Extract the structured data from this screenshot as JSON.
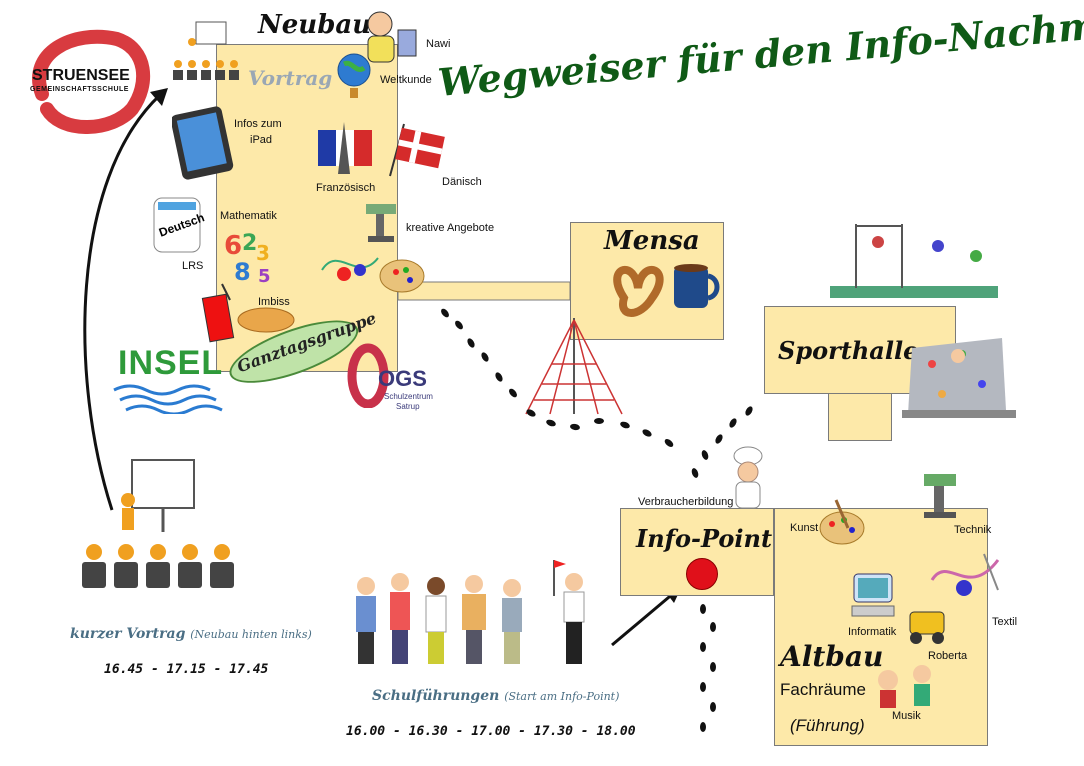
{
  "title": "Wegweiser für den Info-Nachmittag",
  "logo": {
    "line1": "STRUENSEE",
    "line2": "GEMEINSCHAFTSSCHULE",
    "color": "#d4262b"
  },
  "neubau": {
    "name": "Neubau",
    "vortrag": "Vortrag",
    "items": {
      "nawi": "Nawi",
      "weltkunde": "Weltkunde",
      "ipad_line1": "Infos zum",
      "ipad_line2": "iPad",
      "franzoesisch": "Französisch",
      "daenisch": "Dänisch",
      "mathematik": "Mathematik",
      "kreative": "kreative Angebote",
      "lrs": "LRS",
      "imbiss": "Imbiss",
      "deutsch": "Deutsch"
    },
    "ganztag": "Ganztagsgruppe",
    "insel": "INSEL",
    "ogs": {
      "letters": "OGS",
      "line1": "Schulzentrum",
      "line2": "Satrup"
    }
  },
  "mensa": {
    "name": "Mensa"
  },
  "sporthalle": {
    "name": "Sporthalle"
  },
  "infopoint": {
    "name": "Info-Point",
    "verbraucher": "Verbraucherbildung",
    "dot_color": "#e0101a"
  },
  "altbau": {
    "name": "Altbau",
    "fachraeume": "Fachräume",
    "fuehrung": "(Führung)",
    "items": {
      "kunst": "Kunst",
      "technik": "Technik",
      "informatik": "Informatik",
      "textil": "Textil",
      "roberta": "Roberta",
      "musik": "Musik"
    }
  },
  "vortrag_info": {
    "caption": "kurzer Vortrag",
    "sub": "(Neubau hinten links)",
    "times": "16.45 - 17.15 - 17.45"
  },
  "fuehrung_info": {
    "caption": "Schulführungen",
    "sub": "(Start am Info-Point)",
    "times": "16.00 - 16.30 - 17.00 - 17.30 - 18.00"
  },
  "colors": {
    "building": "#fde9a9",
    "title": "#0f5a16",
    "caption": "#4a6e84"
  }
}
